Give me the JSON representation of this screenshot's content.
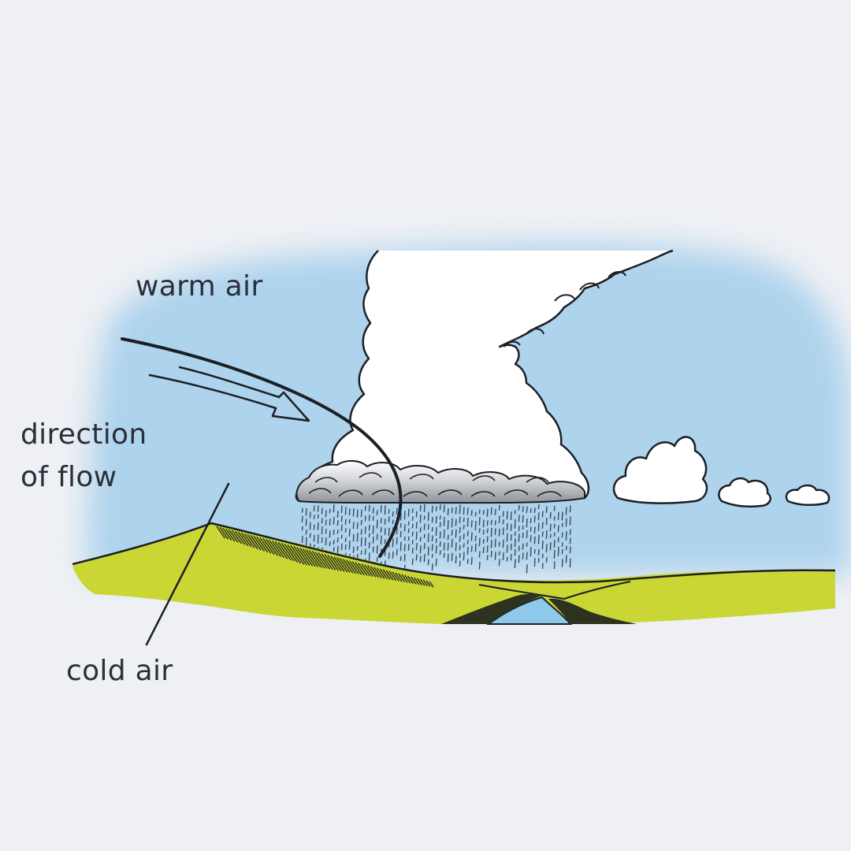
{
  "labels": {
    "warm_air": "warm air",
    "direction_line1": "direction",
    "direction_line2": "of flow",
    "cold_air": "cold air"
  },
  "colors": {
    "paper": "#eef0f4",
    "sky": "#aed3ed",
    "cloud": "#ffffff",
    "cloud_base_shade": "#9fa2a8",
    "rain": "#3d4a57",
    "ground": "#c9d634",
    "ground_hatching": "#2e3320",
    "river": "#8ec8ea",
    "ink": "#1c1f24",
    "label_text": "#2a2f3a"
  }
}
